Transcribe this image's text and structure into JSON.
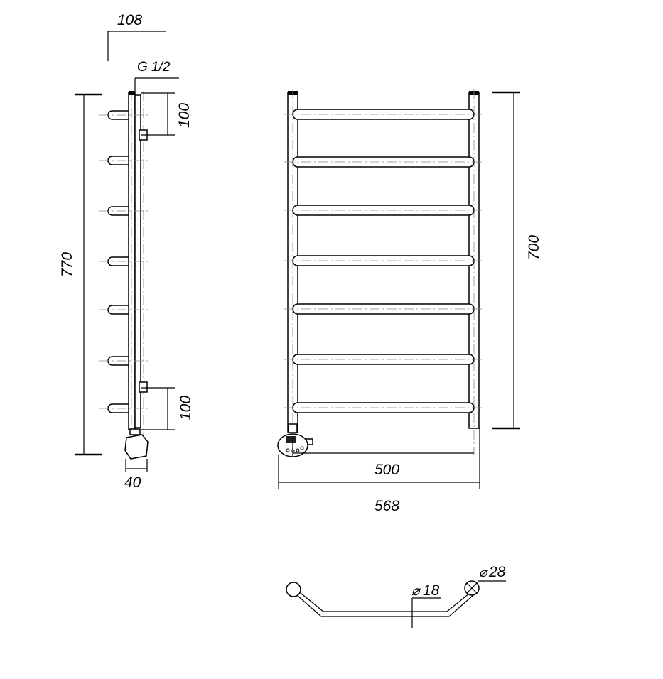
{
  "drawing": {
    "labels": {
      "depth": "108",
      "thread": "G 1/2",
      "top_spacing": "100",
      "bottom_spacing": "100",
      "total_height": "770",
      "element_depth": "40",
      "rail_height": "700",
      "center_width": "500",
      "total_width": "568",
      "tube_diameter": "18",
      "pipe_diameter": "28"
    },
    "diameter_symbol": "⌀",
    "rungs": 7
  }
}
